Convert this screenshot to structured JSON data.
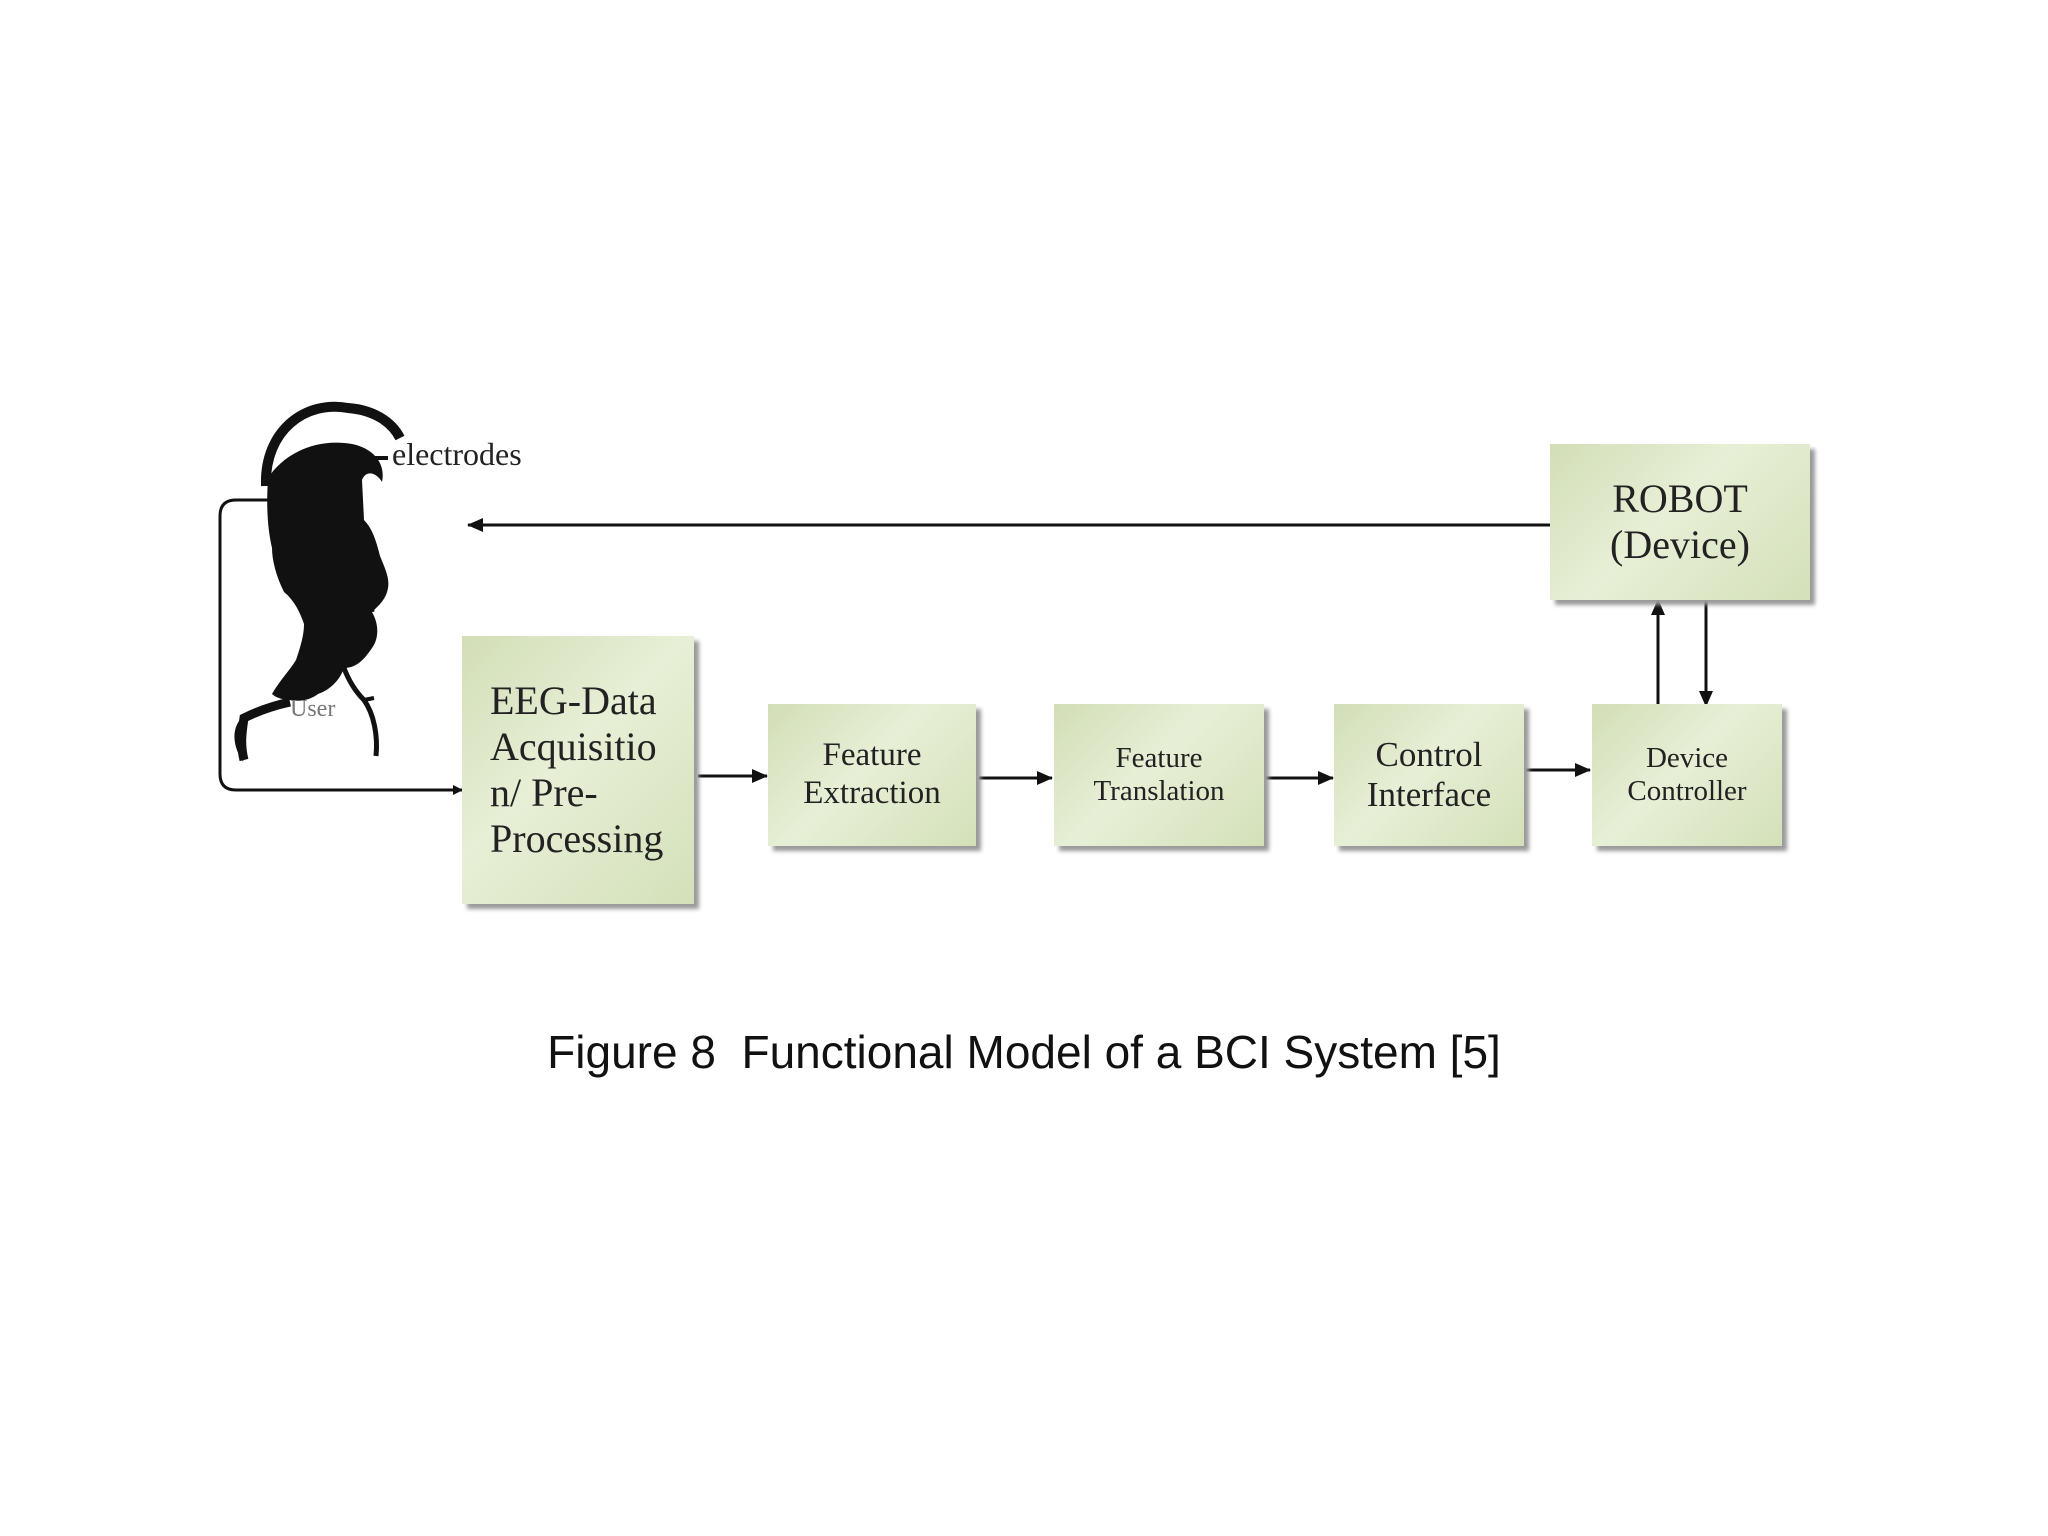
{
  "diagram": {
    "user_label": "User",
    "electrodes_label": "electrodes",
    "boxes": {
      "eeg": [
        "EEG-Data",
        "Acquisitio",
        "n/ Pre-",
        "Processing"
      ],
      "feature_extraction": [
        "Feature",
        "Extraction"
      ],
      "feature_translation": [
        "Feature",
        "Translation"
      ],
      "control_interface": [
        "Control",
        "Interface"
      ],
      "device_controller": [
        "Device",
        "Controller"
      ],
      "robot": [
        "ROBOT",
        "(Device)"
      ]
    }
  },
  "caption": "Figure 8  Functional Model of a BCI System [5]"
}
